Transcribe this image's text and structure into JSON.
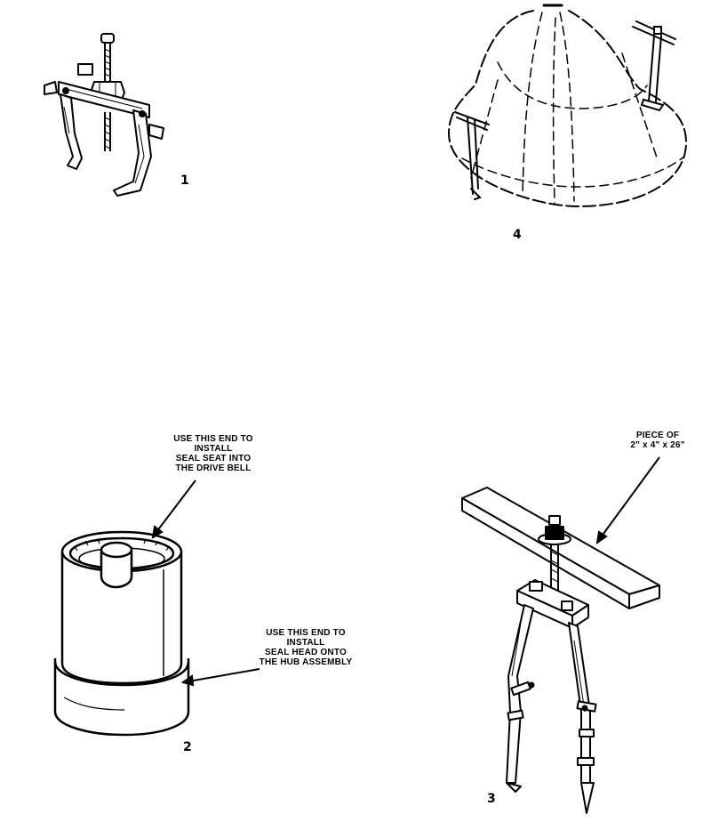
{
  "figures": {
    "fig1": {
      "number": "1"
    },
    "fig2": {
      "number": "2",
      "callout_top": [
        "USE THIS END TO",
        "INSTALL",
        "SEAL SEAT INTO",
        "THE DRIVE BELL"
      ],
      "callout_bottom": [
        "USE THIS END TO",
        "INSTALL",
        "SEAL HEAD ONTO",
        "THE HUB ASSEMBLY"
      ]
    },
    "fig3": {
      "number": "3",
      "callout": [
        "PIECE OF",
        "2\" x 4\" x 26\""
      ]
    },
    "fig4": {
      "number": "4"
    }
  },
  "colors": {
    "ink": "#000000",
    "paper": "#ffffff"
  }
}
